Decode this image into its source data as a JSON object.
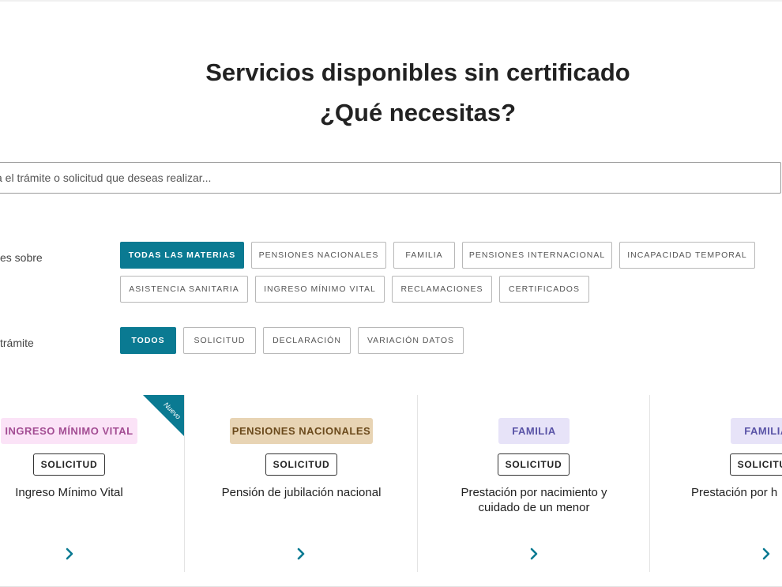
{
  "header": {
    "title_line1": "Servicios disponibles sin certificado",
    "title_line2": "¿Qué necesitas?"
  },
  "search": {
    "placeholder": "a el trámite o solicitud que deseas realizar..."
  },
  "filters": {
    "subject_label": "es sobre",
    "type_label": "trámite",
    "subjects": [
      "TODAS LAS MATERIAS",
      "PENSIONES NACIONALES",
      "FAMILIA",
      "PENSIONES INTERNACIONAL",
      "INCAPACIDAD TEMPORAL",
      "ASISTENCIA SANITARIA",
      "INGRESO MÍNIMO VITAL",
      "RECLAMACIONES",
      "CERTIFICADOS"
    ],
    "active_subject": "TODAS LAS MATERIAS",
    "types": [
      "TODOS",
      "SOLICITUD",
      "DECLARACIÓN",
      "VARIACIÓN DATOS"
    ],
    "active_type": "TODOS"
  },
  "cards": [
    {
      "category": "INGRESO MÍNIMO VITAL",
      "type": "SOLICITUD",
      "title": "Ingreso Mínimo Vital",
      "ribbon": "Nuevo",
      "color": "#fbe3f7"
    },
    {
      "category": "PENSIONES NACIONALES",
      "type": "SOLICITUD",
      "title": "Pensión de jubilación nacional",
      "color": "#e8d4b4"
    },
    {
      "category": "FAMILIA",
      "type": "SOLICITUD",
      "title": "Prestación por nacimiento y cuidado de un menor",
      "color": "#e7e3f8"
    },
    {
      "category": "FAMILIA",
      "type": "SOLICITUD",
      "title": "Prestación por h",
      "color": "#e7e3f8"
    }
  ],
  "icons": {
    "card_arrow": "chevron-right-icon"
  },
  "colors": {
    "accent": "#0a7a92"
  }
}
